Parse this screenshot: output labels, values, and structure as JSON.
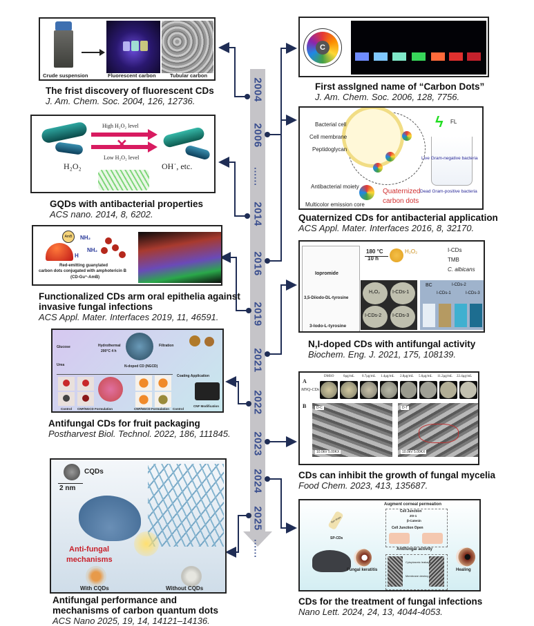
{
  "timeline": {
    "years": [
      "2004",
      "2006",
      "......",
      "2014",
      "2016",
      "2019",
      "2021",
      "2022",
      "2023",
      "2024",
      "2025",
      "......"
    ],
    "bar_color": "#c5c4c8",
    "year_color": "#3a4f8f",
    "connector_color": "#1f2d55"
  },
  "entries": [
    {
      "year": "2004",
      "title": "The frist discovery of fluorescent CDs",
      "ref": "J. Am. Chem. Soc. 2004, 126, 12736.",
      "figure_labels": [
        "Crude suspension",
        "Fluorescent carbon",
        "Tubular carbon"
      ]
    },
    {
      "year": "2006",
      "title": "First asslgned name of “Carbon Dots”",
      "ref": "J. Am. Chem. Soc. 2006, 128, 7756.",
      "figure_labels": [
        "C"
      ]
    },
    {
      "year": "2014",
      "title": "GQDs with antibacterial properties",
      "ref": "ACS nano. 2014, 8, 6202.",
      "figure_labels": [
        "High H₂O₂ level",
        "Low H₂O₂ level",
        "H₂O₂",
        "OH˙, etc."
      ]
    },
    {
      "year": "2016",
      "title": "Quaternized CDs for antibacterial application",
      "ref": "ACS Appl. Mater. Interfaces 2016, 8, 32170.",
      "figure_labels": [
        "Bacterial cell",
        "Cell membrane",
        "Peptidoglycan",
        "FL",
        "Live Gram-negative bacteria",
        "Dead Gram-positive bacteria",
        "Antibacterial moiety",
        "Multicolor emission core",
        "Quaternized",
        "carbon dots"
      ]
    },
    {
      "year": "2019",
      "title": "Functionalized CDs arm oral epithelia against invasive fungal infections",
      "ref": "ACS Appl. Mater. Interfaces 2019, 11,  46591.",
      "figure_labels": [
        "AmB",
        "NH₂",
        "NH₂",
        "H",
        "Red-emitting guanylated",
        "carbon dots conjugated with amphotericin B",
        "(CD-Gu⁺-AmB)"
      ]
    },
    {
      "year": "2021",
      "title": "N,I-doped CDs with antifungal activity",
      "ref": "Biochem. Eng. J. 2021, 175, 108139.",
      "figure_labels": [
        "Iopromide",
        "3,5-Diiodo-DL-tyrosine",
        "3-Iodo-L-tyrosine",
        "180 °C",
        "10 h",
        "H₂O₂",
        "I-CDs",
        "TMB",
        "C. albicans",
        "H₂O₂",
        "I-CDs-1",
        "I-CDs-2",
        "I-CDs-3",
        "BC",
        "I-CDs-1",
        "I-CDs-2",
        "I-CDs-3"
      ]
    },
    {
      "year": "2022",
      "title": "Antifungal CDs for fruit packaging",
      "ref": "Postharvest Biol. Technol. 2022, 186, 111845.",
      "figure_labels": [
        "Glucose",
        "Urea",
        "Hydrothermal",
        "200°C 4 h",
        "Filtration",
        "N-doped CD (NGCD)",
        "Coating Application",
        "Control",
        "CNF/NGCD Formulation",
        "CNF/NGCD Formulation",
        "Control",
        "CNF Modification"
      ]
    },
    {
      "year": "2023",
      "title": "CDs can inhibit the growth of fungal mycelia",
      "ref": "Food Chem. 2023, 413, 135687.",
      "figure_labels": [
        "A",
        "MNQ-CDs",
        "DMSO",
        "0μg/mL",
        "0.7μg/mL",
        "1.4μg/mL",
        "2.8μg/mL",
        "5.6μg/mL",
        "11.2μg/mL",
        "22.4μg/mL",
        "B",
        "D-C",
        "D-T",
        "10.0kV  5.00KX",
        "10.0kV  5.00KX"
      ]
    },
    {
      "year": "2024",
      "title": "CDs for the treatment of fungal infections",
      "ref": "Nano Lett. 2024, 24, 13, 4044-4053.",
      "figure_labels": [
        "Augment corneal permeation",
        "Cell Junction",
        "ZO-1",
        "β-Catenin",
        "Cell Junction Open",
        "SP-CDs",
        "Eye drops",
        "Fungal keratitis",
        "Antifungal activity",
        "Cytoplasmic leakage",
        "Membrane destroy",
        "Healing"
      ]
    },
    {
      "year": "2025",
      "title": "Antifungal performance and mechanisms of carbon quantum dots",
      "ref": "ACS Nano 2025, 19, 14, 14121–14136.",
      "figure_labels": [
        "CQDs",
        "2 nm",
        "Anti-fungal",
        "mechanisms",
        "With CQDs",
        "Without CQDs"
      ]
    }
  ]
}
